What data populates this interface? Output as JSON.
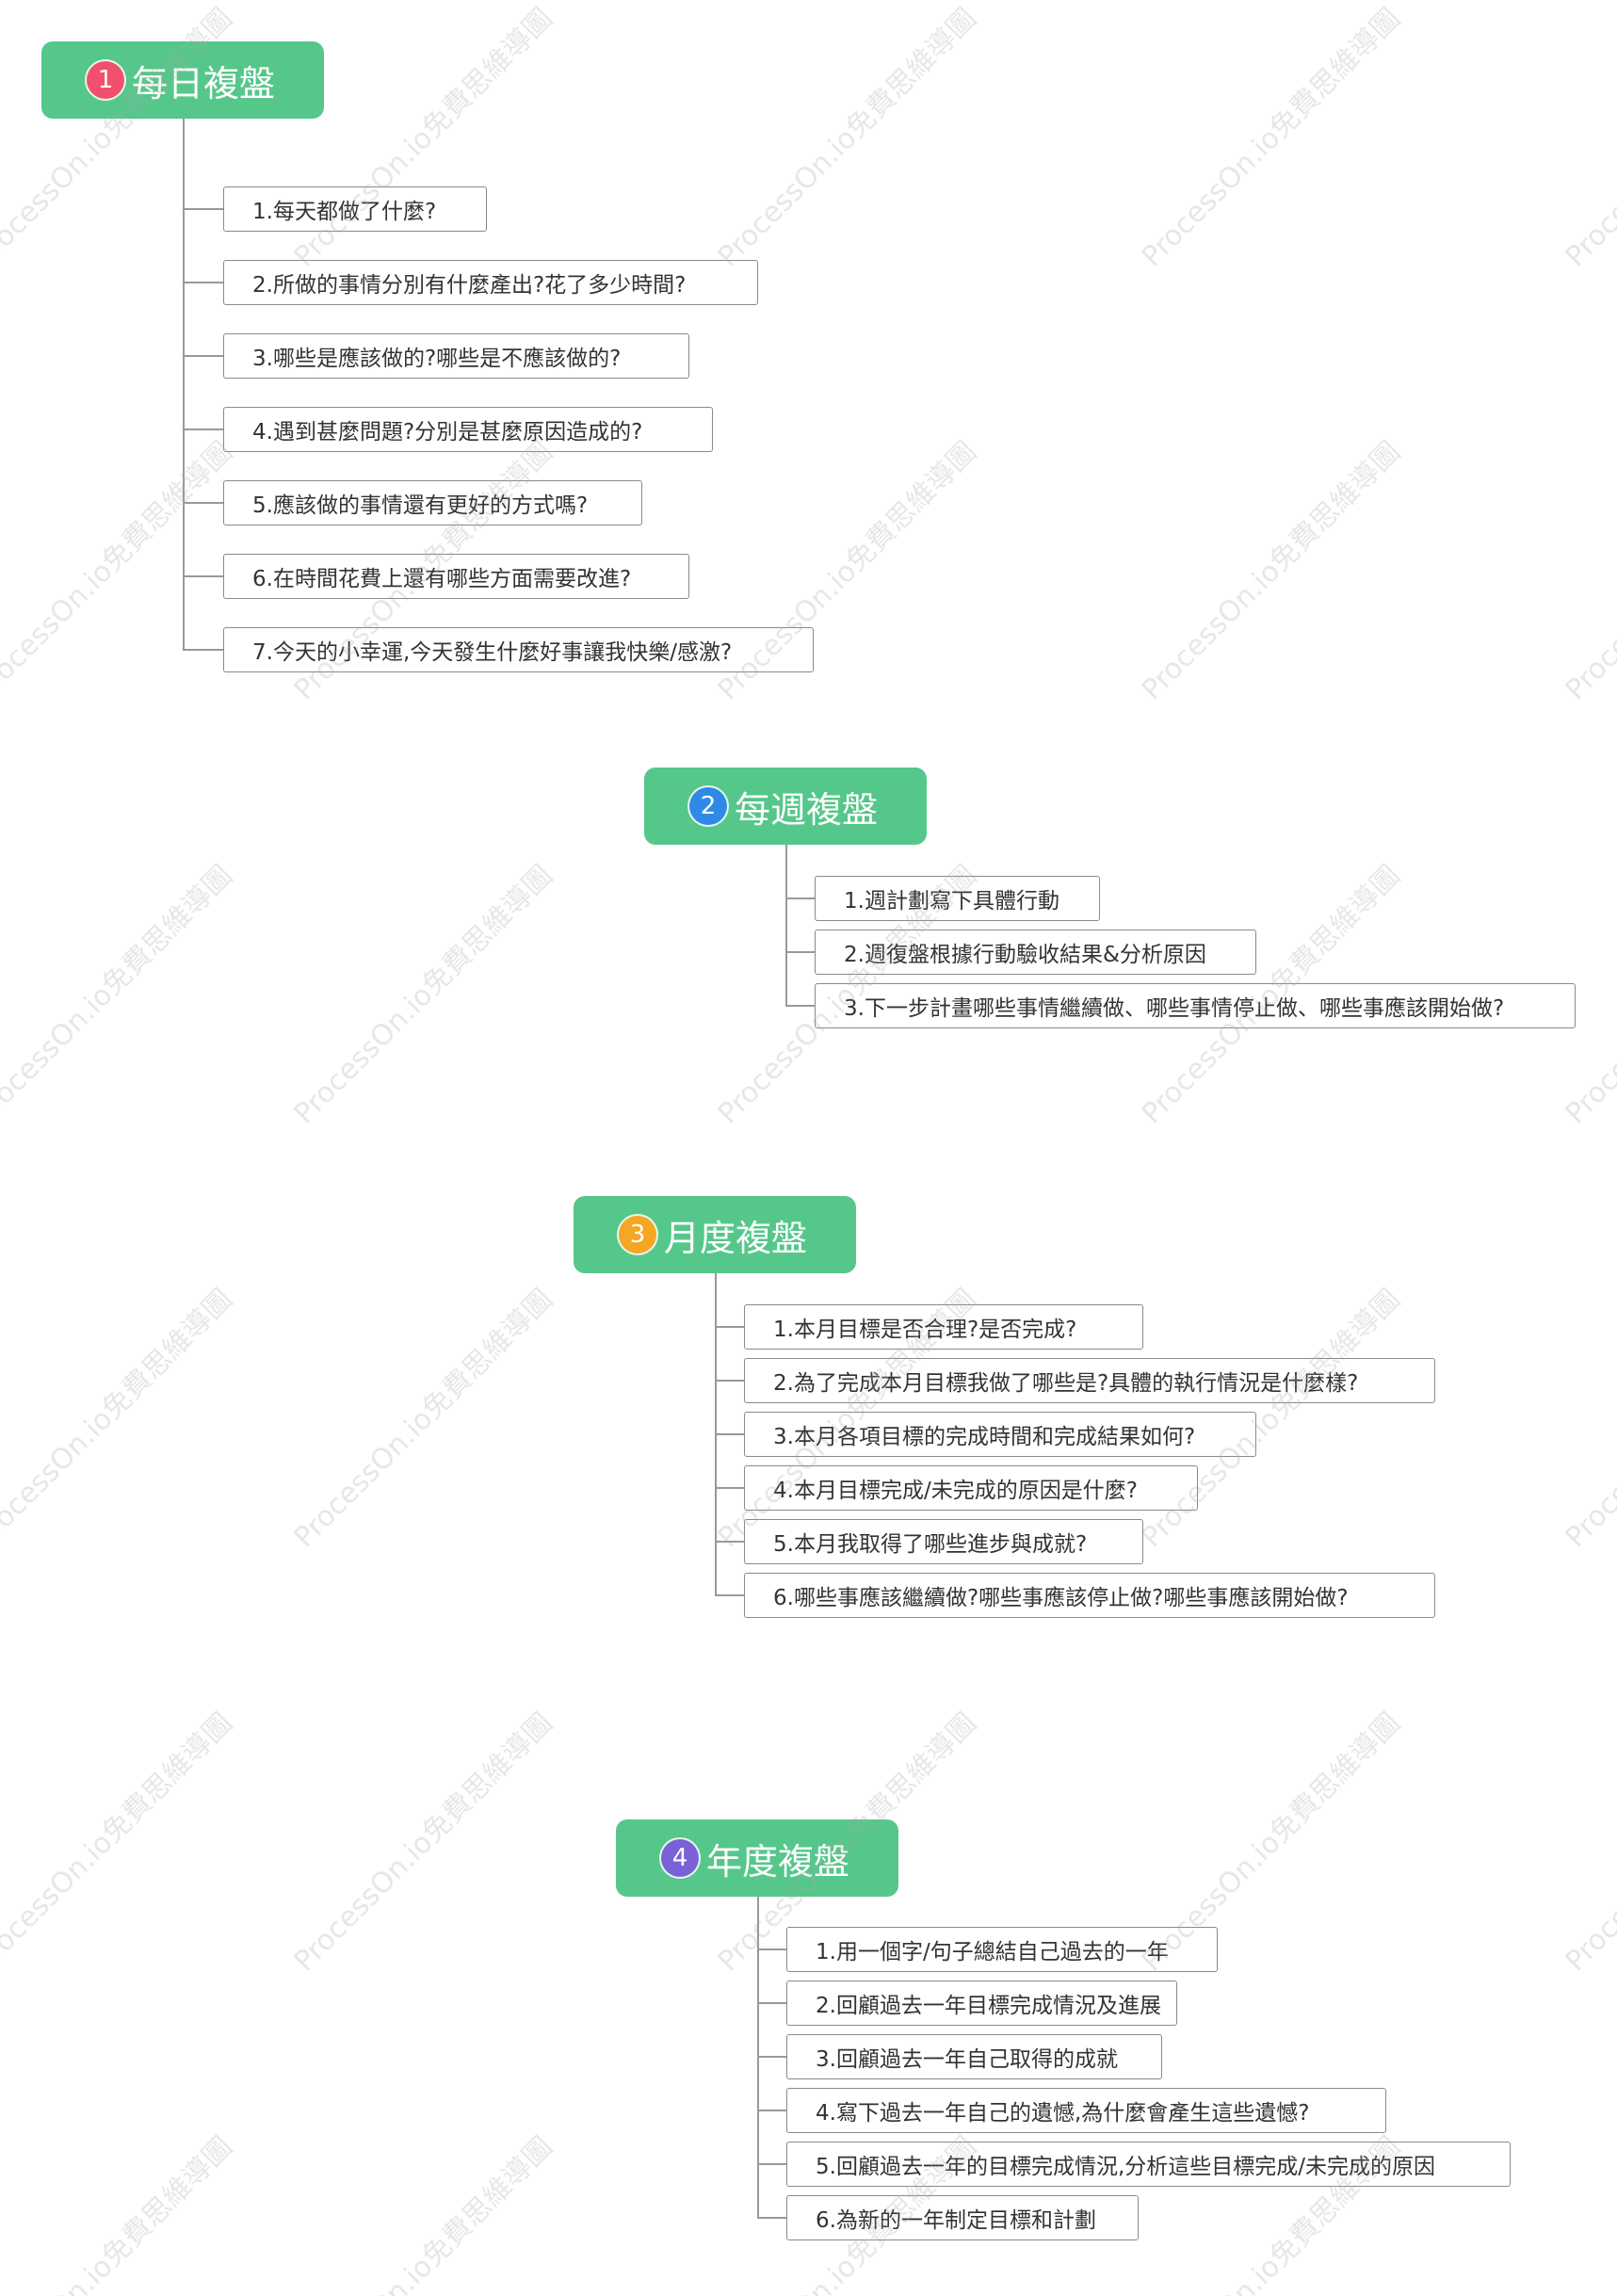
{
  "watermark": "ProcessOn.io免費思維導圖",
  "colors": {
    "root_bg": "#55c78a",
    "badge_1": "#f0506e",
    "badge_2": "#2e8ae6",
    "badge_3": "#f5a623",
    "badge_4": "#7b61d8",
    "connector": "#999999"
  },
  "groups": [
    {
      "badge": "1",
      "title": "每日複盤",
      "items": [
        "1.每天都做了什麼?",
        "2.所做的事情分別有什麼產出?花了多少時間?",
        "3.哪些是應該做的?哪些是不應該做的?",
        "4.遇到甚麼問題?分別是甚麼原因造成的?",
        "5.應該做的事情還有更好的方式嗎?",
        "6.在時間花費上還有哪些方面需要改進?",
        "7.今天的小幸運,今天發生什麼好事讓我快樂/感激?"
      ]
    },
    {
      "badge": "2",
      "title": "每週複盤",
      "items": [
        "1.週計劃寫下具體行動",
        "2.週復盤根據行動驗收結果&分析原因",
        "3.下一步計畫哪些事情繼續做、哪些事情停止做、哪些事應該開始做?"
      ]
    },
    {
      "badge": "3",
      "title": "月度複盤",
      "items": [
        "1.本月目標是否合理?是否完成?",
        "2.為了完成本月目標我做了哪些是?具體的執行情況是什麼樣?",
        "3.本月各項目標的完成時間和完成結果如何?",
        "4.本月目標完成/未完成的原因是什麼?",
        "5.本月我取得了哪些進步與成就?",
        "6.哪些事應該繼續做?哪些事應該停止做?哪些事應該開始做?"
      ]
    },
    {
      "badge": "4",
      "title": "年度複盤",
      "items": [
        "1.用一個字/句子總結自己過去的一年",
        "2.回顧過去一年目標完成情況及進展",
        "3.回顧過去一年自己取得的成就",
        "4.寫下過去一年自己的遺憾,為什麼會產生這些遺憾?",
        "5.回顧過去一年的目標完成情況,分析這些目標完成/未完成的原因",
        "6.為新的一年制定目標和計劃"
      ]
    }
  ]
}
